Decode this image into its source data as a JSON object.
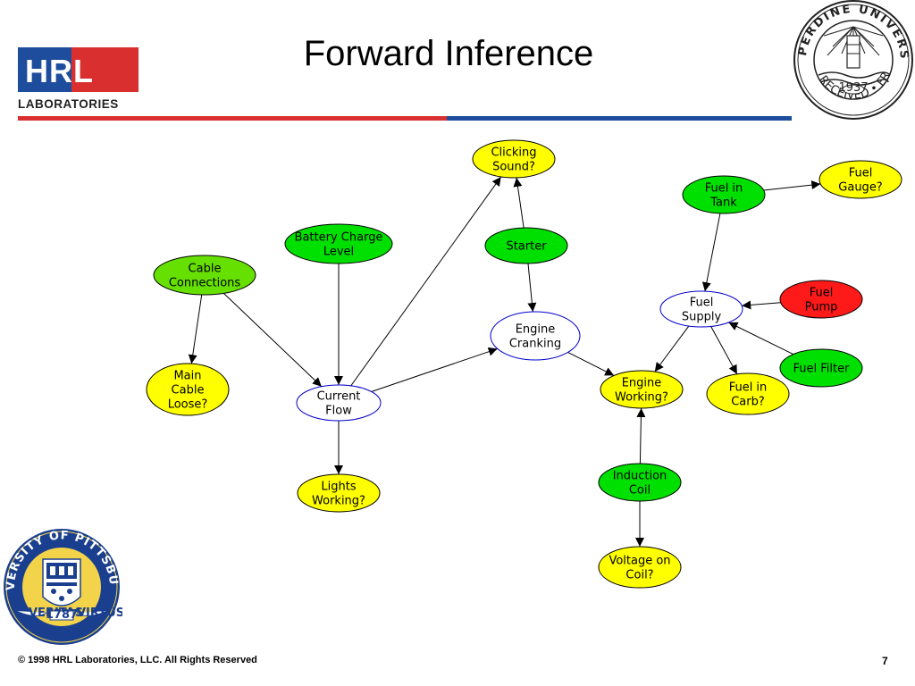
{
  "title": "Forward Inference",
  "logos": {
    "hrl_main": "HRL",
    "hrl_sub": "LABORATORIES",
    "pepperdine_ring": "PEPPERDINE UNIVERSITY",
    "pepperdine_motto": "FREELY YE RECEIVED • FREELY GIVE",
    "pepperdine_year": "1937",
    "pitt_ring": "UNIVERSITY OF PITTSBURGH",
    "pitt_motto_left": "VERITAS",
    "pitt_motto_right": "VIRTUS",
    "pitt_year": "1787"
  },
  "colors": {
    "evidence_green": "#00e000",
    "cable_green": "#66e000",
    "query_yellow": "#ffff00",
    "hidden_white": "#ffffff",
    "fault_red": "#ff1a1a",
    "hrl_red": "#d9302f",
    "hrl_blue": "#1d4d9c",
    "node_outline_blue": "#0000cc"
  },
  "diagram": {
    "nodes": [
      {
        "id": "clicking_sound",
        "lines": [
          "Clicking",
          "Sound?"
        ],
        "kind": "query"
      },
      {
        "id": "fuel_gauge",
        "lines": [
          "Fuel",
          "Gauge?"
        ],
        "kind": "query"
      },
      {
        "id": "fuel_in_tank",
        "lines": [
          "Fuel in",
          "Tank"
        ],
        "kind": "evidence"
      },
      {
        "id": "battery_charge_level",
        "lines": [
          "Battery Charge",
          "Level"
        ],
        "kind": "evidence"
      },
      {
        "id": "starter",
        "lines": [
          "Starter"
        ],
        "kind": "evidence"
      },
      {
        "id": "cable_connections",
        "lines": [
          "Cable",
          "Connections"
        ],
        "kind": "cable"
      },
      {
        "id": "fuel_pump",
        "lines": [
          "Fuel",
          "Pump"
        ],
        "kind": "fault"
      },
      {
        "id": "fuel_supply",
        "lines": [
          "Fuel",
          "Supply"
        ],
        "kind": "hidden"
      },
      {
        "id": "engine_cranking",
        "lines": [
          "Engine",
          "Cranking"
        ],
        "kind": "hidden"
      },
      {
        "id": "main_cable_loose",
        "lines": [
          "Main",
          "Cable",
          "Loose?"
        ],
        "kind": "query"
      },
      {
        "id": "current_flow",
        "lines": [
          "Current",
          "Flow"
        ],
        "kind": "hidden"
      },
      {
        "id": "engine_working",
        "lines": [
          "Engine",
          "Working?"
        ],
        "kind": "query"
      },
      {
        "id": "fuel_filter",
        "lines": [
          "Fuel Filter"
        ],
        "kind": "evidence"
      },
      {
        "id": "fuel_in_carb",
        "lines": [
          "Fuel in",
          "Carb?"
        ],
        "kind": "query"
      },
      {
        "id": "induction_coil",
        "lines": [
          "Induction",
          "Coil"
        ],
        "kind": "evidence"
      },
      {
        "id": "lights_working",
        "lines": [
          "Lights",
          "Working?"
        ],
        "kind": "query"
      },
      {
        "id": "voltage_on_coil",
        "lines": [
          "Voltage on",
          "Coil?"
        ],
        "kind": "query"
      }
    ],
    "edges": [
      {
        "from": "starter",
        "to": "clicking_sound"
      },
      {
        "from": "current_flow",
        "to": "clicking_sound"
      },
      {
        "from": "fuel_in_tank",
        "to": "fuel_gauge"
      },
      {
        "from": "fuel_in_tank",
        "to": "fuel_supply"
      },
      {
        "from": "fuel_pump",
        "to": "fuel_supply"
      },
      {
        "from": "fuel_filter",
        "to": "fuel_supply"
      },
      {
        "from": "fuel_supply",
        "to": "engine_working"
      },
      {
        "from": "fuel_supply",
        "to": "fuel_in_carb"
      },
      {
        "from": "starter",
        "to": "engine_cranking"
      },
      {
        "from": "current_flow",
        "to": "engine_cranking"
      },
      {
        "from": "engine_cranking",
        "to": "engine_working"
      },
      {
        "from": "induction_coil",
        "to": "engine_working"
      },
      {
        "from": "induction_coil",
        "to": "voltage_on_coil"
      },
      {
        "from": "battery_charge_level",
        "to": "current_flow"
      },
      {
        "from": "cable_connections",
        "to": "current_flow"
      },
      {
        "from": "cable_connections",
        "to": "main_cable_loose"
      },
      {
        "from": "current_flow",
        "to": "lights_working"
      }
    ]
  },
  "footer": "© 1998 HRL Laboratories, LLC.  All Rights Reserved",
  "page_number": "7"
}
